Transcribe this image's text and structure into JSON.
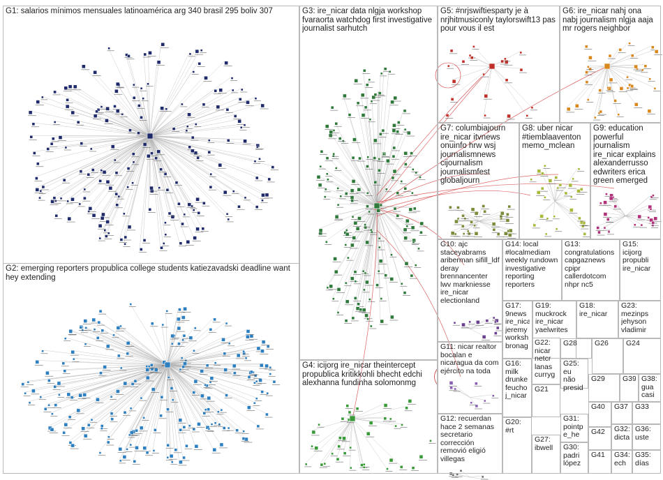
{
  "groups": [
    {
      "id": "G1",
      "label": "G1: salarios mínimos mensuales latinoamérica arg 340 brasil 295 boliv 307"
    },
    {
      "id": "G2",
      "label": "G2: emerging reporters propublica college students katiezavadski deadline want hey extending"
    },
    {
      "id": "G3",
      "label": "G3: ire_nicar data nlgja workshop fvaraorta watchdog first investigative journalist sarhutch"
    },
    {
      "id": "G4",
      "label": "G4: icijorg ire_nicar theintercept propublica kritikkohli bhecht edchi alexhanna fundinha solomonmg"
    },
    {
      "id": "G5",
      "label": "G5: #nrjswiftiesparty je à nrjhitmusiconly taylorswift13 pas pour vous il est"
    },
    {
      "id": "G6",
      "label": "G6: ire_nicar nahj ona nabj journalism nlgja aaja mr rogers neighbor"
    },
    {
      "id": "G7",
      "label": "G7: columbiajourn ire_nicar itvnews onuinfo hrw wsj journalismnews cijournalism journalismfest globaljourn"
    },
    {
      "id": "G8",
      "label": "G8: uber nicar #tiemblaaventon memo_mclean"
    },
    {
      "id": "G9",
      "label": "G9: education powerful journalism ire_nicar explains alexanderrusso edwriters erica green emerged"
    },
    {
      "id": "G10",
      "label": "G10: ajc staceyabrams ariberman sifill_ldf deray brennancenter lwv markniesse ire_nicar electionland"
    },
    {
      "id": "G11",
      "label": "G11: nicar realtor bocalan e nicaragua da com ejército na toda"
    },
    {
      "id": "G12",
      "label": "G12: recuerdan hace 2 semanas secretario corrección removió eligió villegas"
    },
    {
      "id": "G13",
      "label": "G13: congratulations capgaznews cpipr callerdotcom nhpr nc5"
    },
    {
      "id": "G14",
      "label": "G14: local #localmediam weekly rundown investigative reporting reporters"
    },
    {
      "id": "G15",
      "label": "G15: icijorg propubli ire_nicar"
    },
    {
      "id": "G16",
      "label": "G16: milk drunke feucho j_nicar"
    },
    {
      "id": "G17",
      "label": "G17: 9news ire_nicar jeremy worksh bronag"
    },
    {
      "id": "G18",
      "label": "G18: ire_nicar"
    },
    {
      "id": "G19",
      "label": "G19: muckrock ire_nicar yaelwrites"
    },
    {
      "id": "G20",
      "label": "G20: #rt"
    },
    {
      "id": "G21",
      "label": "G21"
    },
    {
      "id": "G22",
      "label": "G22: nicar netcr lanas curryg"
    },
    {
      "id": "G23",
      "label": "G23: mezinps jehyson vladimir"
    },
    {
      "id": "G24",
      "label": "G24"
    },
    {
      "id": "G25",
      "label": "G25: eu não presid"
    },
    {
      "id": "G26",
      "label": "G26"
    },
    {
      "id": "G27",
      "label": "G27: ibwell"
    },
    {
      "id": "G28",
      "label": "G28"
    },
    {
      "id": "G29",
      "label": "G29"
    },
    {
      "id": "G30",
      "label": "G30: padri lópez"
    },
    {
      "id": "G31",
      "label": "G31: pointp e_he"
    },
    {
      "id": "G32",
      "label": "G32: dicta"
    },
    {
      "id": "G33",
      "label": "G33"
    },
    {
      "id": "G34",
      "label": "G34: ech"
    },
    {
      "id": "G35",
      "label": "G35: días"
    },
    {
      "id": "G36",
      "label": "G36: uste"
    },
    {
      "id": "G37",
      "label": "G37"
    },
    {
      "id": "G38",
      "label": "G38: gua casi"
    },
    {
      "id": "G39",
      "label": "G39"
    },
    {
      "id": "G40",
      "label": "G40"
    },
    {
      "id": "G41",
      "label": "G41"
    },
    {
      "id": "G42",
      "label": "G42"
    }
  ],
  "colors": {
    "G1": "#1f2a6b",
    "G2": "#2d7fc0",
    "G3": "#2f7a3b",
    "G4": "#3a9a3a",
    "G5": "#c0302a",
    "G6": "#d9881f",
    "G7": "#7a8c3a",
    "G8": "#a9b83a",
    "G9": "#b0307a",
    "G10": "#6a3f8e",
    "G11": "#8a5fb0",
    "G12": "#6a6a6a",
    "edge": "#b3b3b3",
    "edge_highlight": "#d23a3a",
    "box_border": "#b9b9b9"
  }
}
